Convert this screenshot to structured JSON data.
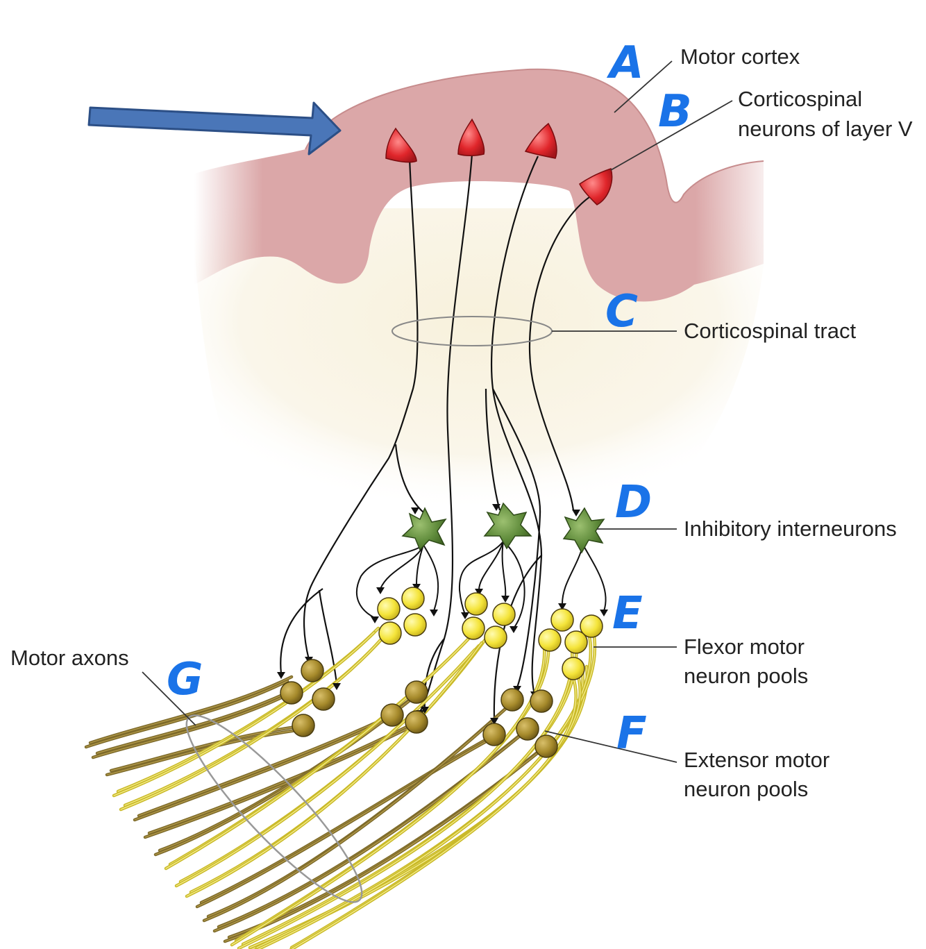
{
  "labels": {
    "motor_cortex": "Motor cortex",
    "corticospinal_neurons_1": "Corticospinal",
    "corticospinal_neurons_2": "neurons of layer V",
    "corticospinal_tract": "Corticospinal tract",
    "inhibitory_interneurons": "Inhibitory interneurons",
    "flexor_1": "Flexor motor",
    "flexor_2": "neuron pools",
    "extensor_1": "Extensor motor",
    "extensor_2": "neuron pools",
    "motor_axons": "Motor axons"
  },
  "letters": {
    "a": "A",
    "b": "B",
    "c": "C",
    "d": "D",
    "e": "E",
    "f": "F",
    "g": "G"
  },
  "colors": {
    "cortex": "#dba7a8",
    "white_matter": "#f7f1df",
    "pyramidal": "#e0262b",
    "interneuron": "#5e8a3a",
    "flexor_neuron": "#f4e43a",
    "extensor_neuron": "#a68a2b",
    "flexor_axon": "#c9b928",
    "extensor_axon": "#7d6a2a",
    "handwritten": "#1a73e8",
    "arrow": "#3b66a8"
  }
}
